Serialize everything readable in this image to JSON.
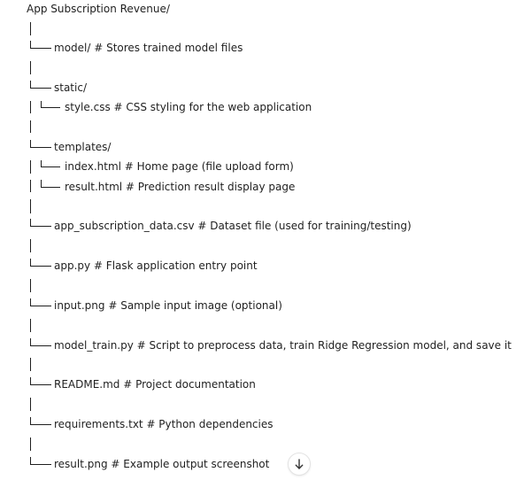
{
  "tree": {
    "root": "App Subscription Revenue/",
    "items": [
      {
        "label": "model/ # Stores trained model files"
      },
      {
        "label": "static/"
      },
      {
        "label": "style.css # CSS styling for the web application"
      },
      {
        "label": "templates/"
      },
      {
        "label": "index.html # Home page (file upload form)"
      },
      {
        "label": "result.html # Prediction result display page"
      },
      {
        "label": "app_subscription_data.csv # Dataset file (used for training/testing)"
      },
      {
        "label": "app.py # Flask application entry point"
      },
      {
        "label": "input.png # Sample input image (optional)"
      },
      {
        "label": "model_train.py # Script to preprocess data, train Ridge Regression model, and save it"
      },
      {
        "label": "README.md # Project documentation"
      },
      {
        "label": "requirements.txt # Python dependencies"
      },
      {
        "label": "result.png # Example output screenshot"
      }
    ]
  },
  "scroll_button": {
    "icon": "arrow-down-icon"
  }
}
